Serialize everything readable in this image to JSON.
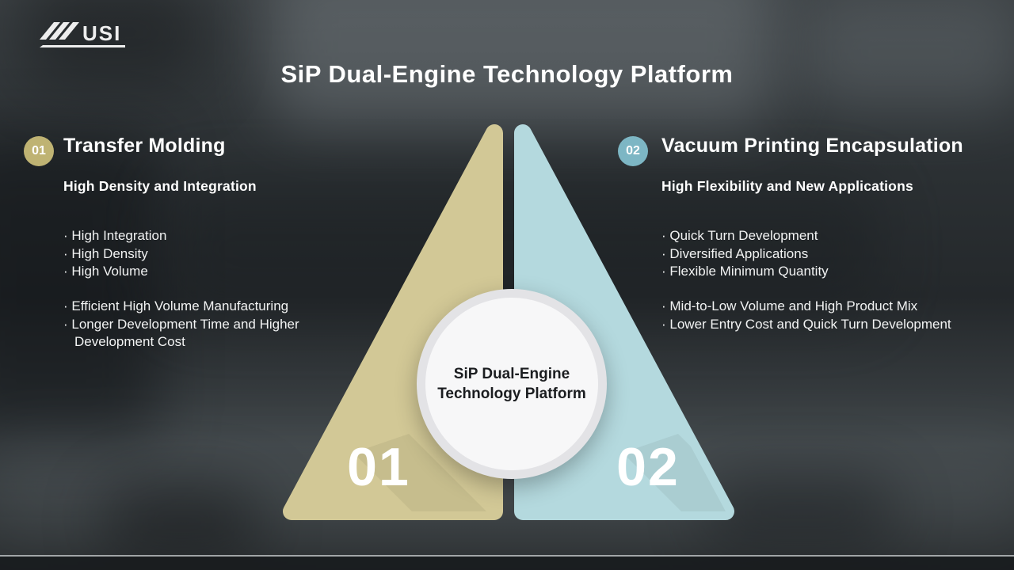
{
  "colors": {
    "tan": "#d2c896",
    "blue": "#b4d9de",
    "badge-tan": "#bfb373",
    "badge-blue": "#7db6c4",
    "circle-bg": "#f7f7f8",
    "circle-ring": "#e3e3e6",
    "circle-text": "#1b1d20"
  },
  "logo": {
    "text": "USI"
  },
  "header": {
    "title": "SiP Dual-Engine Technology Platform"
  },
  "left_panel": {
    "badge": "01",
    "heading": "Transfer Molding",
    "subheading": "High Density and Integration",
    "bullets": [
      "· High Integration",
      "· High Density",
      "· High Volume"
    ],
    "bullets_secondary": [
      "· Efficient High Volume Manufacturing",
      "· Longer Development Time and Higher Development Cost"
    ]
  },
  "right_panel": {
    "badge": "02",
    "heading": "Vacuum Printing Encapsulation",
    "subheading": "High Flexibility and New Applications",
    "bullets": [
      "· Quick Turn Development",
      "· Diversified Applications",
      "· Flexible Minimum Quantity"
    ],
    "bullets_secondary": [
      "· Mid-to-Low Volume and High Product Mix",
      "· Lower Entry Cost and Quick Turn Development"
    ]
  },
  "triangle": {
    "left_number": "01",
    "right_number": "02",
    "center_title_line1": "SiP Dual-Engine",
    "center_title_line2": "Technology Platform"
  }
}
